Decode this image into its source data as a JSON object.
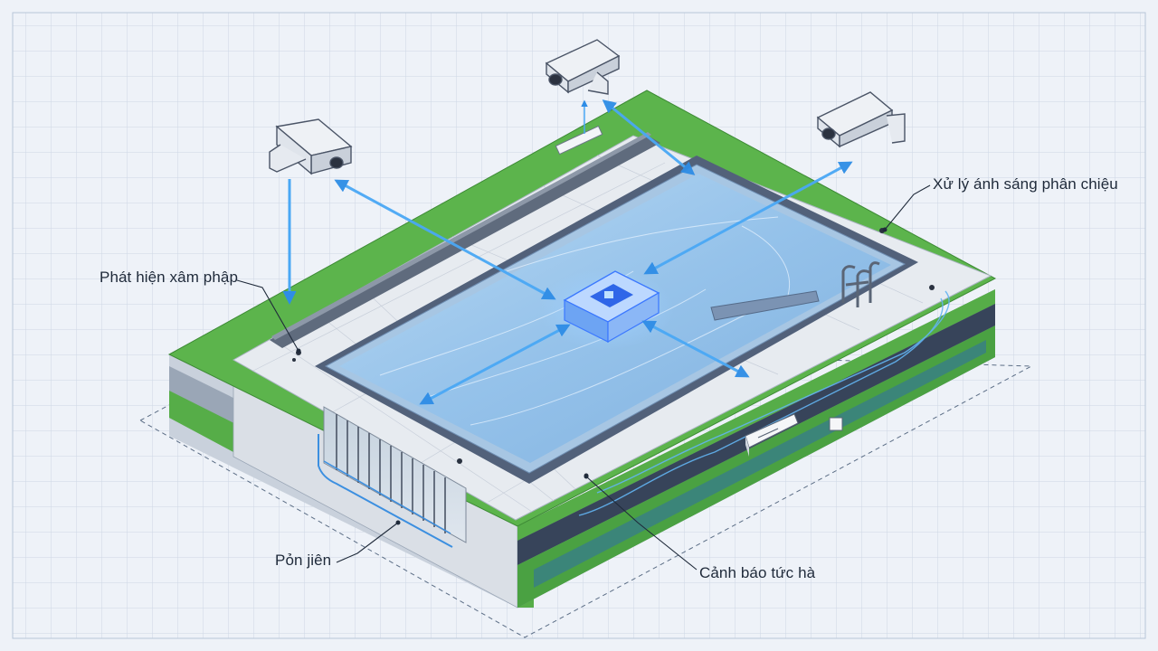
{
  "diagram": {
    "labels": {
      "intrusion_detection": "Phát hiện xâm phập",
      "glare_processing": "Xử lý ánh sáng phân chiệu",
      "hazard_alert": "Cảnh báo tức hà",
      "edge_node": "Pỏn jiên"
    }
  },
  "colors": {
    "background": "#eef2f8",
    "grid": "#c9d4e3",
    "grass": "#59b24a",
    "deck": "#e6eaef",
    "water": "#9fc8ea",
    "beam": "#4aa8f5",
    "hub": "#3b78ff"
  },
  "icons": [
    "security-camera-icon",
    "processing-hub-icon",
    "sensor-icon",
    "pool-ladder-icon",
    "junction-box-icon"
  ]
}
